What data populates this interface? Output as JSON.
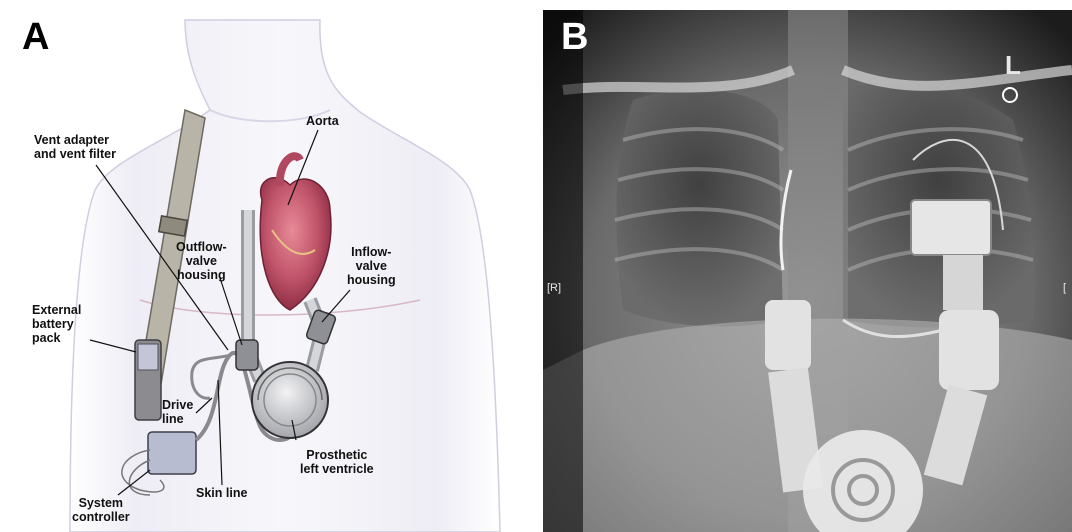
{
  "panels": {
    "a": {
      "letter": "A",
      "labels": {
        "vent": "Vent adapter\nand vent filter",
        "aorta": "Aorta",
        "outflow": "Outflow-\nvalve\nhousing",
        "inflow": "Inflow-\nvalve\nhousing",
        "battery": "External\nbattery\npack",
        "drive": "Drive\nline",
        "prosthetic": "Prosthetic\nleft ventricle",
        "skin": "Skin line",
        "controller": "System\ncontroller"
      }
    },
    "b": {
      "letter": "B",
      "side_marker": "[R]",
      "edge_marker": "[",
      "film_marker": "L"
    }
  },
  "colors": {
    "heart": "#c0546a",
    "device": "#c8cace",
    "strap": "#b8b4a8",
    "skin_shading": "#e4e2ee"
  }
}
